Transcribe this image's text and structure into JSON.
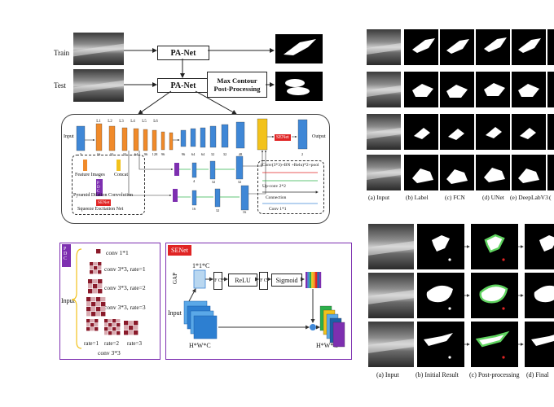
{
  "pipeline": {
    "train_label": "Train",
    "test_label": "Test",
    "panet_train": "PA-Net",
    "panet_test": "PA-Net",
    "postproc_line1": "Max Contour",
    "postproc_line2": "Post-Processing"
  },
  "network": {
    "input_label": "Input",
    "output_label": "Output",
    "senet_badge": "SENet",
    "encoder_layers": [
      "L1",
      "L2",
      "L3",
      "L4",
      "L5",
      "L6"
    ],
    "channel_labels": [
      "3",
      "16",
      "32",
      "32",
      "64",
      "96",
      "128",
      "96",
      "96",
      "64",
      "64",
      "32",
      "32",
      "48",
      "2"
    ],
    "branch_labels": [
      "4",
      "32",
      "32",
      "16",
      "32",
      "16",
      "16"
    ],
    "legend": {
      "feature_images": "Feature Images",
      "concat": "Concat",
      "pdc": "Pyramid Dilation Convolution",
      "pdc_badge": "P D C",
      "senet_badge": "SENet",
      "senet": "Squeeze Excitation Net",
      "conv_block": "(Conv(3*3)+BN +Relu)*2+pool",
      "upconv": "Up-conv  2*2",
      "connection": "Connection",
      "conv1": "Conv 1*1"
    }
  },
  "pdc_panel": {
    "badge": "P D C",
    "input_label": "Input",
    "branches": [
      "conv  1*1",
      "conv 3*3, rate=1",
      "conv 3*3, rate=2",
      "conv 3*3, rate=3"
    ],
    "rate_labels": [
      "rate=1",
      "rate=2",
      "rate=3"
    ],
    "bottom_label": "conv 3*3"
  },
  "senet_panel": {
    "badge": "SENet",
    "top_label": "1*1*C",
    "gap": "GAP",
    "fc1": "F C",
    "relu": "ReLU",
    "fc2": "F C",
    "sigmoid": "Sigmoid",
    "input_label": "Input",
    "in_dims": "H*W*C",
    "out_dims": "H*W*C"
  },
  "comparison": {
    "columns": [
      "(a) Input",
      "(b) Label",
      "(c) FCN",
      "(d) UNet",
      "(e) DeepLabV3",
      "("
    ]
  },
  "postproc_figure": {
    "columns": [
      "(a) Input",
      "(b) Initial  Result",
      "(c) Post-processing",
      "(d) Final"
    ]
  },
  "colors": {
    "blue_block": "#3f87d6",
    "orange_block": "#f08a2a",
    "yellow_block": "#f2c21b",
    "purple": "#7d2fb0",
    "senet_red": "#e02424",
    "green_contour": "#5fd35f"
  }
}
